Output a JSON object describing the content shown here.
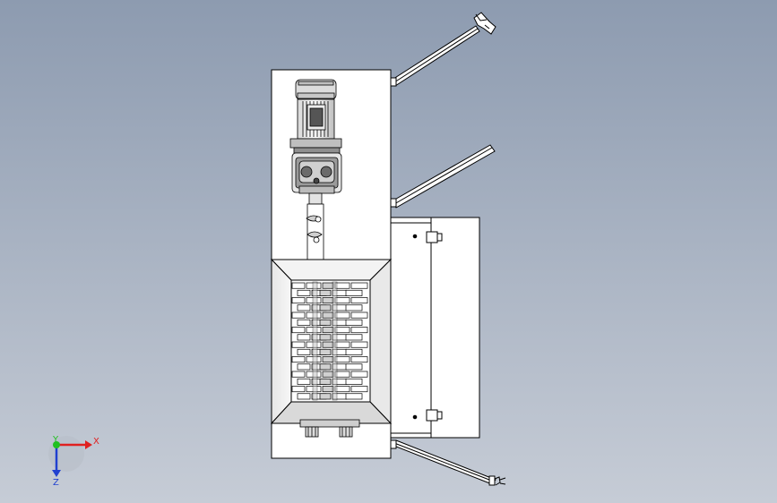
{
  "app": {
    "background_top": "#8d9bb0",
    "background_bottom": "#c6ccd6"
  },
  "triad": {
    "x_label": "X",
    "y_label": "Y",
    "z_label": "Z",
    "x_color": "#e02020",
    "y_color": "#20c020",
    "z_color": "#2040d0"
  },
  "model": {
    "body_color": "#ffffff",
    "line_color": "#000000",
    "rails": [
      "upper-rail",
      "middle-rail",
      "lower-rail"
    ]
  }
}
